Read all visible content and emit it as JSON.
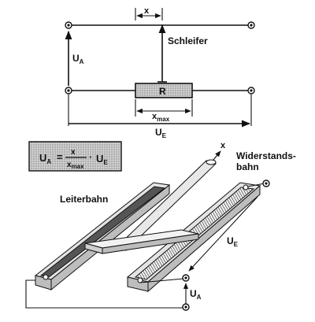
{
  "circuit": {
    "x_label": "x",
    "wiper_label": "Schleifer",
    "resistor_label": "R",
    "ua_main": "U",
    "ua_sub": "A",
    "xmax_main": "x",
    "xmax_sub": "max",
    "ue_main": "U",
    "ue_sub": "E"
  },
  "formula": {
    "lhs_main": "U",
    "lhs_sub": "A",
    "eq": "=",
    "num": "x",
    "den_main": "x",
    "den_sub": "max",
    "mul": "·",
    "rhs_main": "U",
    "rhs_sub": "E"
  },
  "perspective": {
    "x_axis_label": "x",
    "track_label_line1": "Widerstands-",
    "track_label_line2": "bahn",
    "conductor_label": "Leiterbahn",
    "ue_main": "U",
    "ue_sub": "E",
    "ua_main": "U",
    "ua_sub": "A"
  }
}
